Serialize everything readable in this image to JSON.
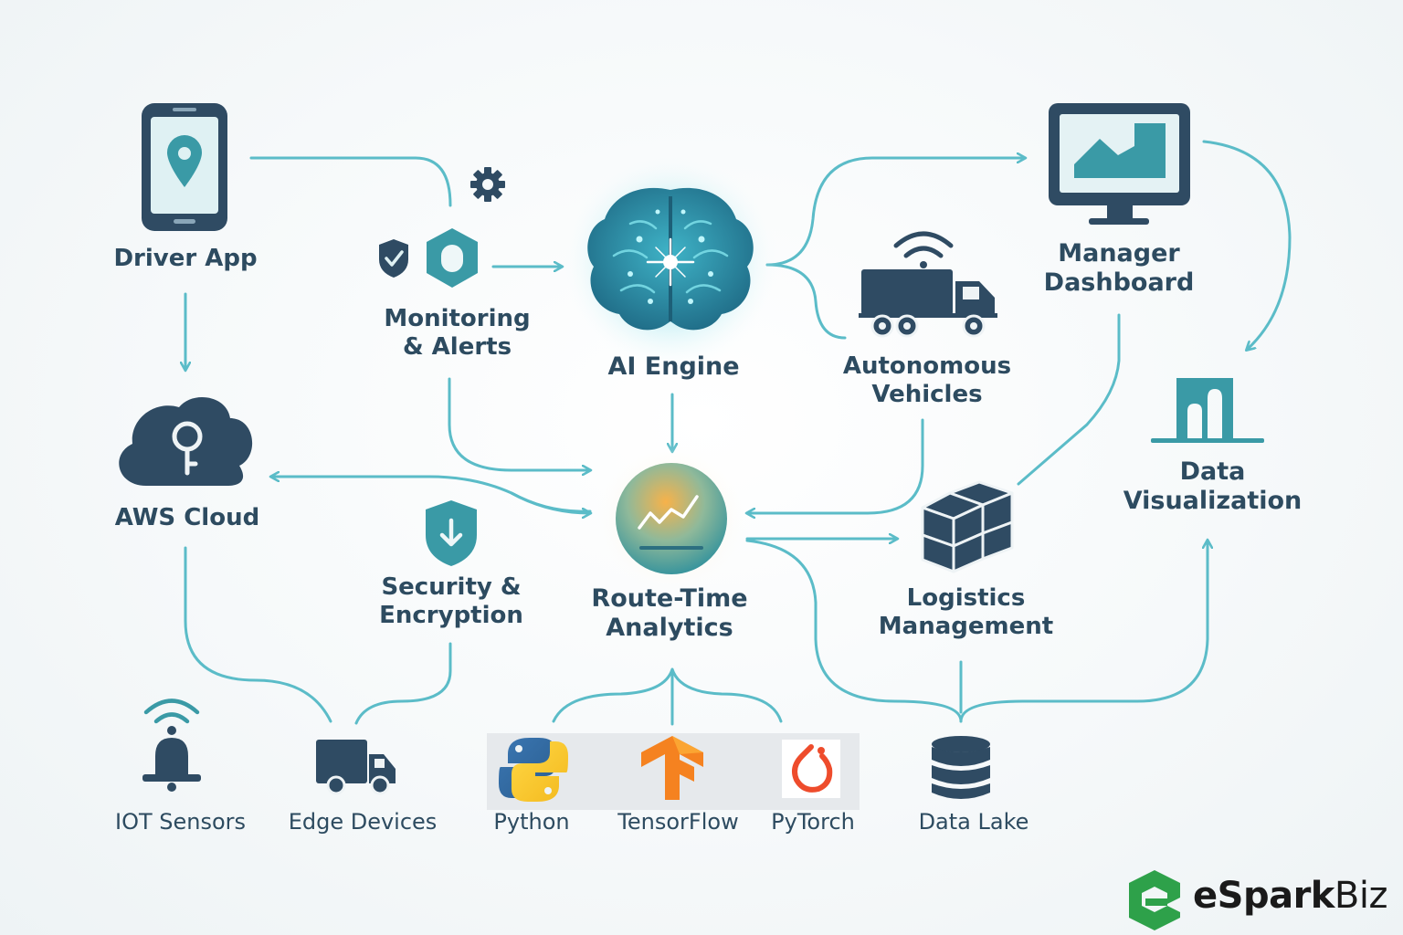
{
  "nodes": {
    "driver_app": {
      "label": "Driver App"
    },
    "monitoring": {
      "label_line1": "Monitoring",
      "label_line2": "& Alerts"
    },
    "ai_engine": {
      "label": "AI Engine"
    },
    "autonomous": {
      "label_line1": "Autonomous",
      "label_line2": "Vehicles"
    },
    "manager_dashboard": {
      "label_line1": "Manager",
      "label_line2": "Dashboard"
    },
    "aws_cloud": {
      "label": "AWS Cloud"
    },
    "security": {
      "label_line1": "Security &",
      "label_line2": "Encryption"
    },
    "route_time": {
      "label_line1": "Route-Time",
      "label_line2": "Analytics"
    },
    "logistics": {
      "label_line1": "Logistics",
      "label_line2": "Management"
    },
    "data_visualization": {
      "label_line1": "Data",
      "label_line2": "Visualization"
    },
    "iot_sensors": {
      "label": "IOT Sensors"
    },
    "edge_devices": {
      "label": "Edge Devices"
    },
    "python": {
      "label": "Python"
    },
    "tensorflow": {
      "label": "TensorFlow"
    },
    "pytorch": {
      "label": "PyTorch"
    },
    "data_lake": {
      "label": "Data Lake"
    }
  },
  "brand": {
    "name_e": "e",
    "name_spark": "Spark",
    "name_biz": "Biz"
  },
  "colors": {
    "connector": "#5bbcc8",
    "icon_dark": "#2f4b63",
    "icon_teal": "#3a9aa6",
    "accent_orange": "#f2a649",
    "brand_green": "#2ea14a"
  }
}
